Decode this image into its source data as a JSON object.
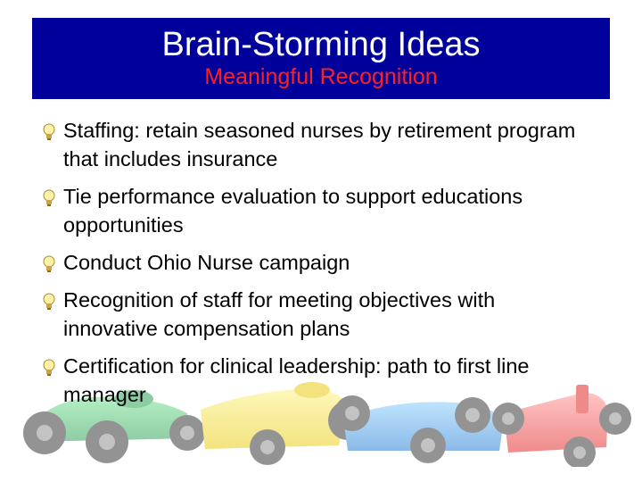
{
  "slide": {
    "title": "Brain-Storming Ideas",
    "subtitle": "Meaningful Recognition",
    "colors": {
      "title_bar": "#00009b",
      "title_text": "#ffffff",
      "subtitle_text": "#ff2020",
      "bullet_text": "#000000"
    },
    "bullet_icon": "lightbulb-icon",
    "bullets": [
      "Staffing: retain seasoned nurses by retirement program that includes insurance",
      "Tie performance evaluation to support educations opportunities",
      "Conduct Ohio Nurse campaign",
      "Recognition of staff for meeting objectives with innovative compensation plans",
      "Certification for clinical leadership: path to first line manager"
    ],
    "background_image": "toy-race-cars-illustration"
  }
}
